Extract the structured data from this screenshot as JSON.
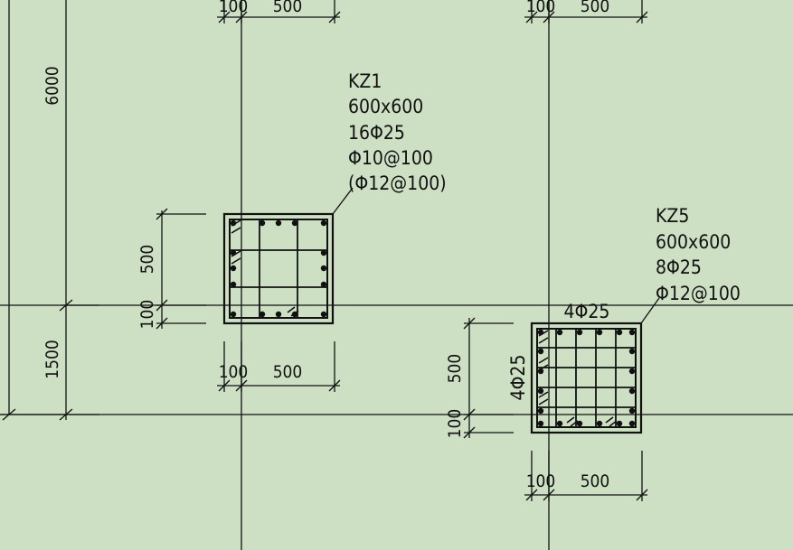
{
  "columns": [
    {
      "id": "KZ1",
      "annotation": [
        "KZ1",
        "600x600",
        "16Φ25",
        "Φ10@100",
        "(Φ12@100)"
      ],
      "dims": {
        "top_a": "100",
        "top_b": "500",
        "bottom_a": "100",
        "bottom_b": "500",
        "side_a": "500",
        "side_b": "100"
      }
    },
    {
      "id": "KZ5",
      "annotation": [
        "KZ5",
        "600x600",
        "8Φ25",
        "Φ12@100"
      ],
      "side_bars_top": "4Φ25",
      "side_bars_left": "4Φ25",
      "dims": {
        "top_a": "100",
        "top_b": "500",
        "bottom_a": "100",
        "bottom_b": "500",
        "side_a": "500",
        "side_b": "100"
      }
    }
  ],
  "left_dims": {
    "upper": "6000",
    "lower": "1500"
  },
  "colors": {
    "background": "#cde0c4",
    "ink": "#111111"
  }
}
